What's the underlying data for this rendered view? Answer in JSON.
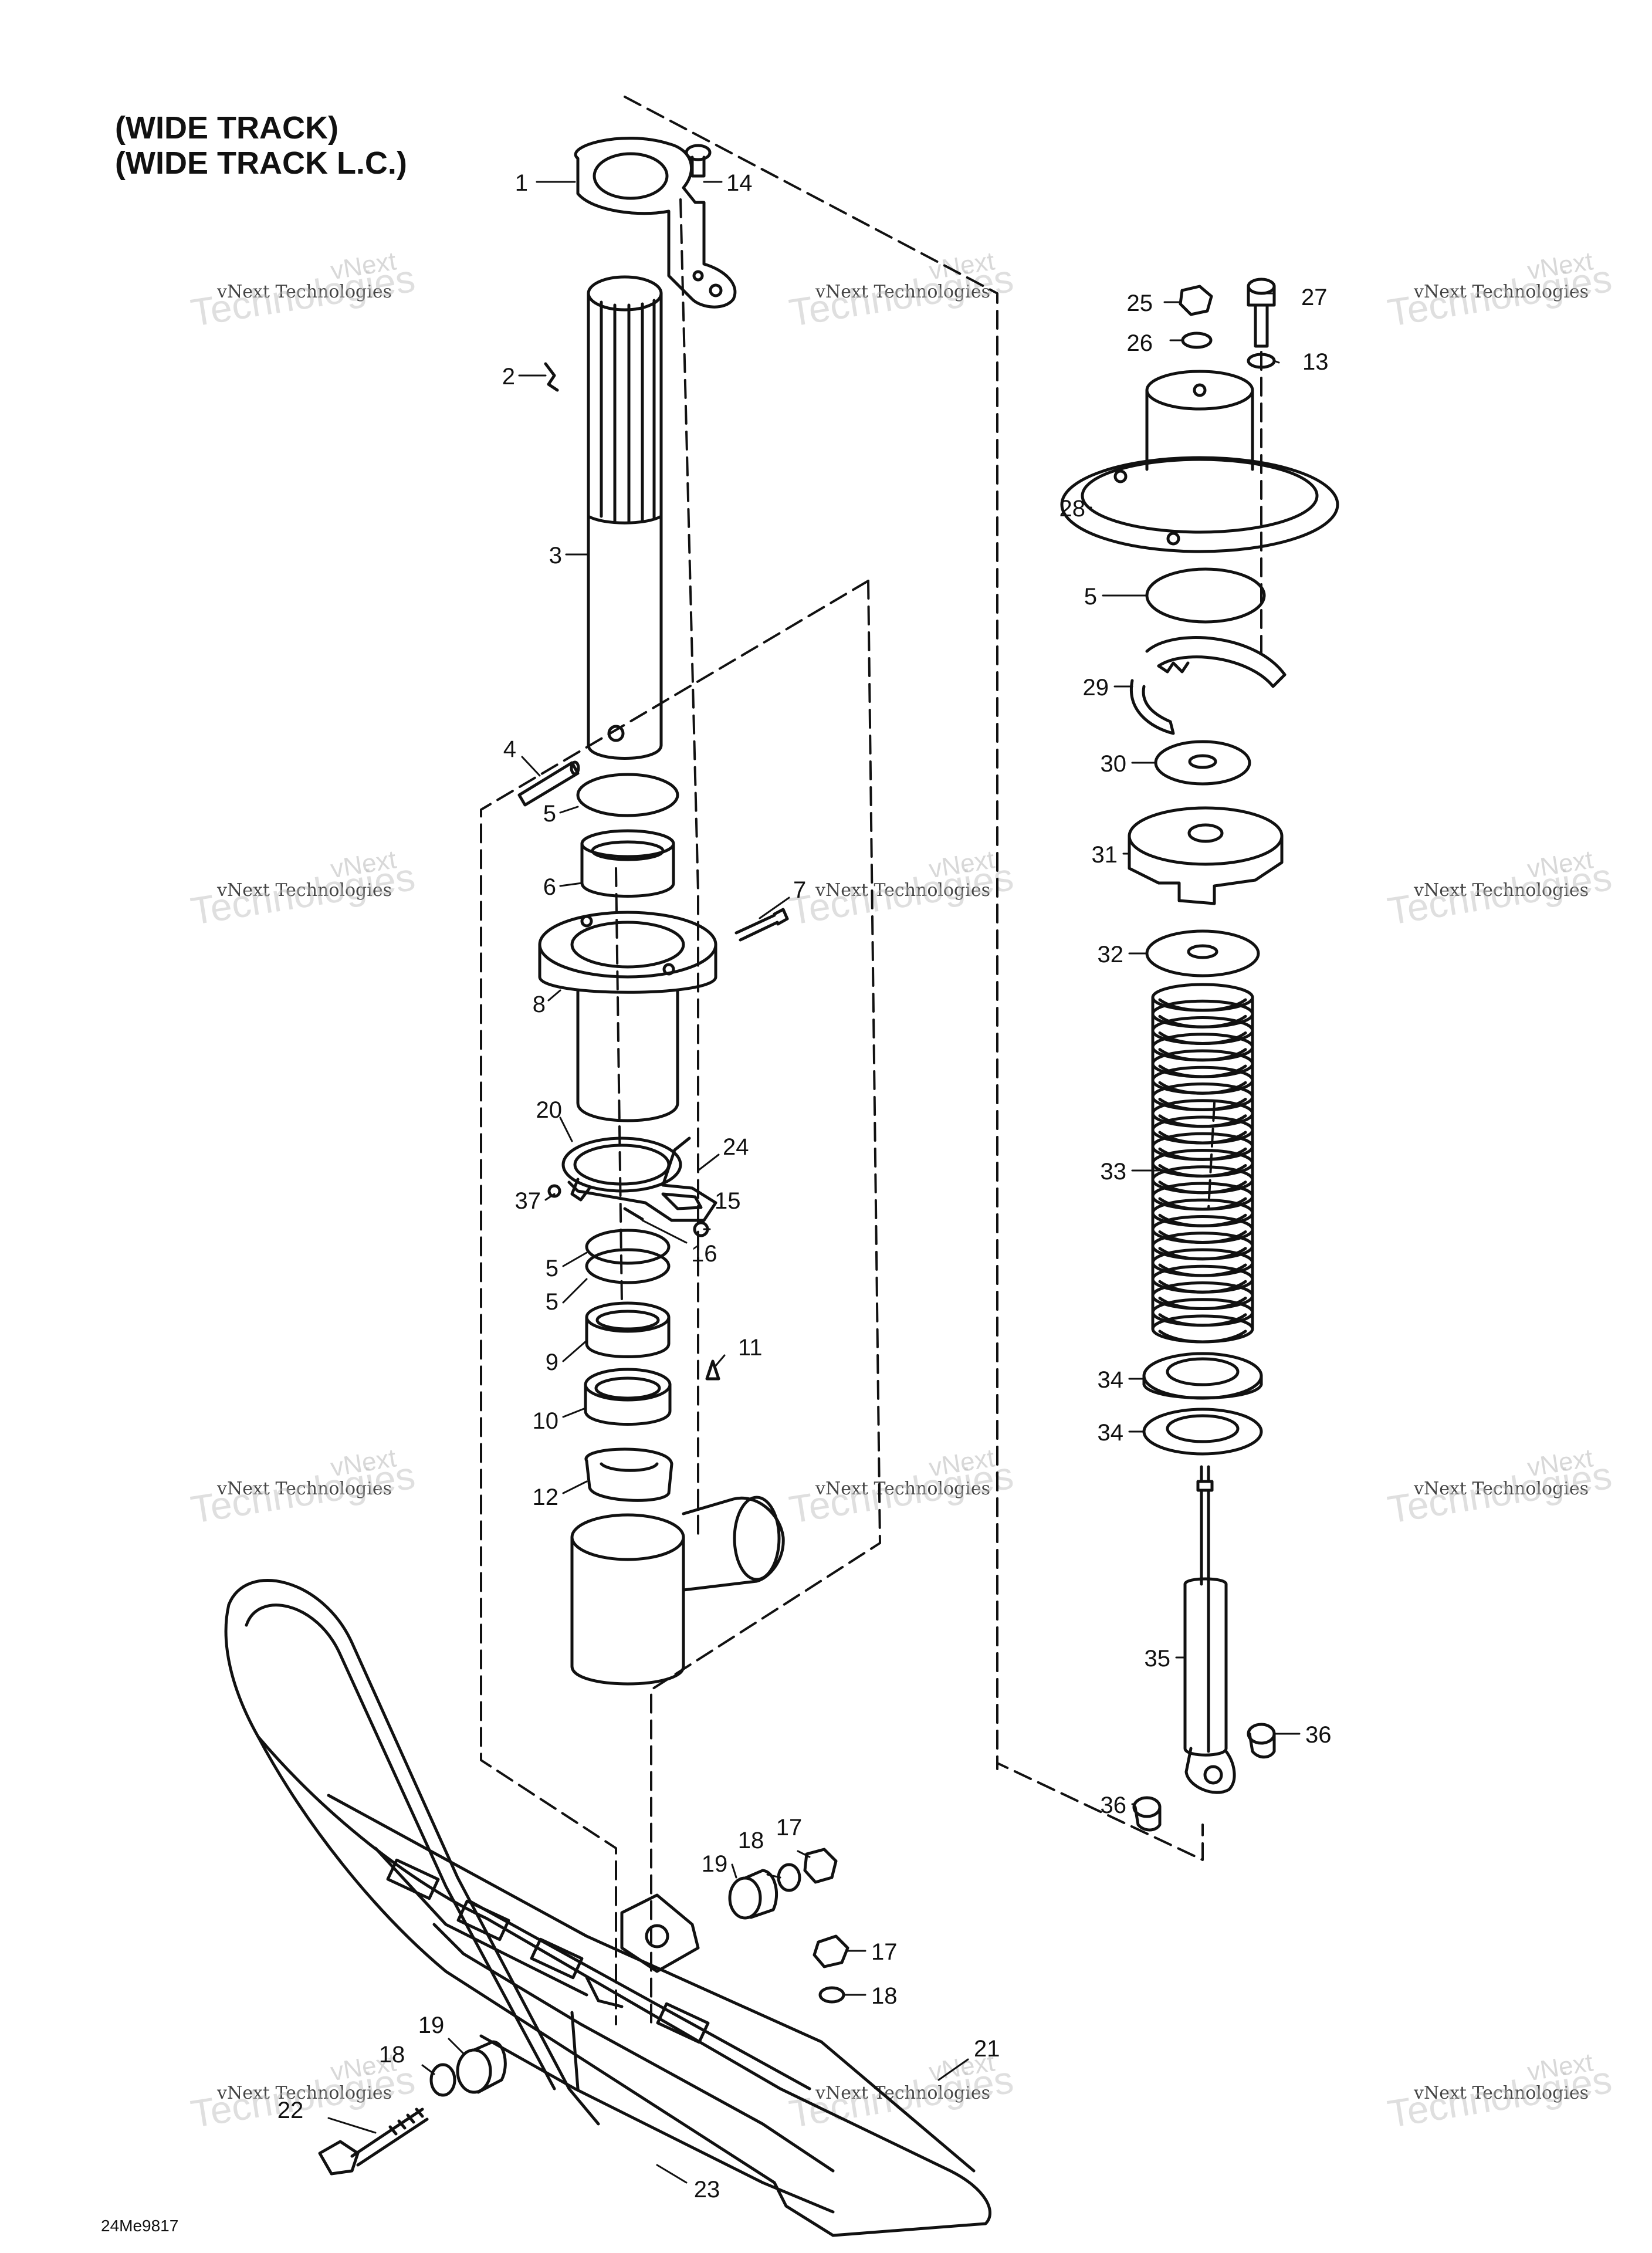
{
  "title_lines": [
    "(WIDE TRACK)",
    "(WIDE TRACK L.C.)"
  ],
  "document_code": "24Me9817",
  "watermark": {
    "brand": "vNext",
    "line": "vNext Technologies",
    "big": "Technologies"
  },
  "colors": {
    "ink": "#111111",
    "watermark": "#b9b9b9",
    "background": "#ffffff"
  },
  "callouts": {
    "c1": "1",
    "c2": "2",
    "c3": "3",
    "c4": "4",
    "c5a": "5",
    "c5b": "5",
    "c5c": "5",
    "c5d": "5",
    "c6": "6",
    "c7": "7",
    "c8": "8",
    "c9": "9",
    "c10": "10",
    "c11": "11",
    "c12": "12",
    "c13": "13",
    "c14": "14",
    "c15": "15",
    "c16": "16",
    "c17a": "17",
    "c17b": "17",
    "c18a": "18",
    "c18b": "18",
    "c18c": "18",
    "c19a": "19",
    "c19b": "19",
    "c20": "20",
    "c21": "21",
    "c22": "22",
    "c23": "23",
    "c24": "24",
    "c25": "25",
    "c26": "26",
    "c27": "27",
    "c28": "28",
    "c29": "29",
    "c30": "30",
    "c31": "31",
    "c32": "32",
    "c33": "33",
    "c34a": "34",
    "c34b": "34",
    "c35": "35",
    "c36a": "36",
    "c36b": "36",
    "c37": "37"
  }
}
